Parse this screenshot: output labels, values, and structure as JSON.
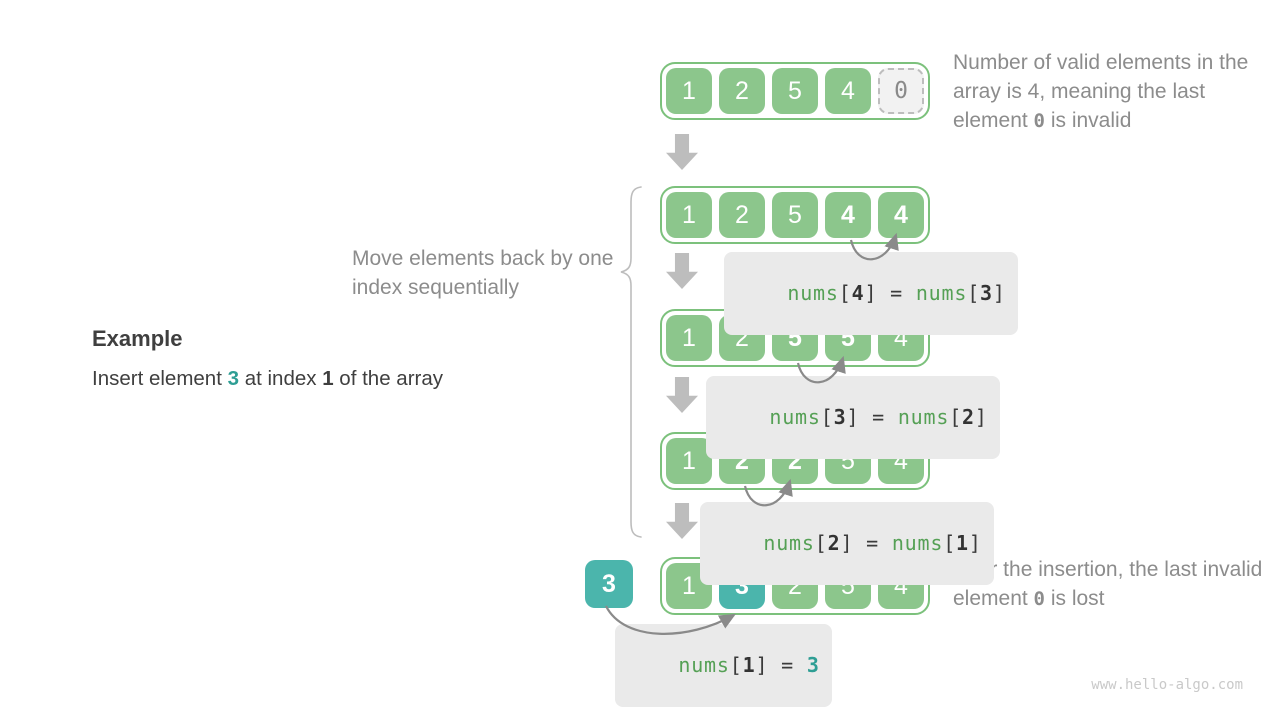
{
  "diagram": {
    "example": {
      "heading": "Example",
      "p1": "Insert element ",
      "p2": "3",
      "p3": " at index ",
      "p4": "1",
      "p5": " of the array"
    },
    "move_note": "Move elements back by one index sequentially",
    "top_note": {
      "p1": "Number of valid elements in the array is 4, meaning the last element ",
      "p2": "0",
      "p3": " is invalid"
    },
    "bottom_note": {
      "p1": "After the insertion, the last invalid element ",
      "p2": "0",
      "p3": " is lost"
    },
    "insert_value": "3",
    "watermark": "www.hello-algo.com"
  },
  "arrays": [
    {
      "name": "initial state",
      "cells": [
        {
          "v": "1",
          "c": "normal"
        },
        {
          "v": "2",
          "c": "normal"
        },
        {
          "v": "5",
          "c": "normal"
        },
        {
          "v": "4",
          "c": "normal"
        },
        {
          "v": "0",
          "c": "invalid"
        }
      ]
    },
    {
      "name": "after nums[4]=nums[3]",
      "cells": [
        {
          "v": "1",
          "c": "normal"
        },
        {
          "v": "2",
          "c": "normal"
        },
        {
          "v": "5",
          "c": "normal"
        },
        {
          "v": "4",
          "c": "bold"
        },
        {
          "v": "4",
          "c": "bold"
        }
      ]
    },
    {
      "name": "after nums[3]=nums[2]",
      "cells": [
        {
          "v": "1",
          "c": "normal"
        },
        {
          "v": "2",
          "c": "normal"
        },
        {
          "v": "5",
          "c": "bold"
        },
        {
          "v": "5",
          "c": "bold"
        },
        {
          "v": "4",
          "c": "normal"
        }
      ]
    },
    {
      "name": "after nums[2]=nums[1]",
      "cells": [
        {
          "v": "1",
          "c": "normal"
        },
        {
          "v": "2",
          "c": "bold"
        },
        {
          "v": "2",
          "c": "bold"
        },
        {
          "v": "5",
          "c": "normal"
        },
        {
          "v": "4",
          "c": "normal"
        }
      ]
    },
    {
      "name": "after nums[1]=3",
      "cells": [
        {
          "v": "1",
          "c": "normal"
        },
        {
          "v": "3",
          "c": "teal"
        },
        {
          "v": "2",
          "c": "normal"
        },
        {
          "v": "5",
          "c": "normal"
        },
        {
          "v": "4",
          "c": "normal"
        }
      ]
    }
  ],
  "labels": [
    {
      "parts": [
        {
          "t": "nums",
          "c": "g"
        },
        {
          "t": "[",
          "c": "d"
        },
        {
          "t": "4",
          "c": "b"
        },
        {
          "t": "]",
          "c": "d"
        },
        {
          "t": " = ",
          "c": "d"
        },
        {
          "t": "nums",
          "c": "g"
        },
        {
          "t": "[",
          "c": "d"
        },
        {
          "t": "3",
          "c": "b"
        },
        {
          "t": "]",
          "c": "d"
        }
      ]
    },
    {
      "parts": [
        {
          "t": "nums",
          "c": "g"
        },
        {
          "t": "[",
          "c": "d"
        },
        {
          "t": "3",
          "c": "b"
        },
        {
          "t": "]",
          "c": "d"
        },
        {
          "t": " = ",
          "c": "d"
        },
        {
          "t": "nums",
          "c": "g"
        },
        {
          "t": "[",
          "c": "d"
        },
        {
          "t": "2",
          "c": "b"
        },
        {
          "t": "]",
          "c": "d"
        }
      ]
    },
    {
      "parts": [
        {
          "t": "nums",
          "c": "g"
        },
        {
          "t": "[",
          "c": "d"
        },
        {
          "t": "2",
          "c": "b"
        },
        {
          "t": "]",
          "c": "d"
        },
        {
          "t": " = ",
          "c": "d"
        },
        {
          "t": "nums",
          "c": "g"
        },
        {
          "t": "[",
          "c": "d"
        },
        {
          "t": "1",
          "c": "b"
        },
        {
          "t": "]",
          "c": "d"
        }
      ]
    },
    {
      "parts": [
        {
          "t": "nums",
          "c": "g"
        },
        {
          "t": "[",
          "c": "d"
        },
        {
          "t": "1",
          "c": "b"
        },
        {
          "t": "]",
          "c": "d"
        },
        {
          "t": " = ",
          "c": "d"
        },
        {
          "t": "3",
          "c": "t"
        }
      ]
    }
  ],
  "colors": {
    "cell_green": "#8cc68c",
    "container_border_green": "#7cc17c",
    "teal": "#4bb5ac",
    "code_green": "#55a055",
    "code_dark": "#3b3b3b",
    "code_teal": "#2e9e94",
    "label_bg": "#eaeaea",
    "gray_text": "#8c8c8c",
    "arrow_gray": "#bdbdbd",
    "curve_arrow_gray": "#8a8a8a",
    "invalid_bg": "#f2f2f2",
    "watermark_gray": "#c9c9c9"
  }
}
